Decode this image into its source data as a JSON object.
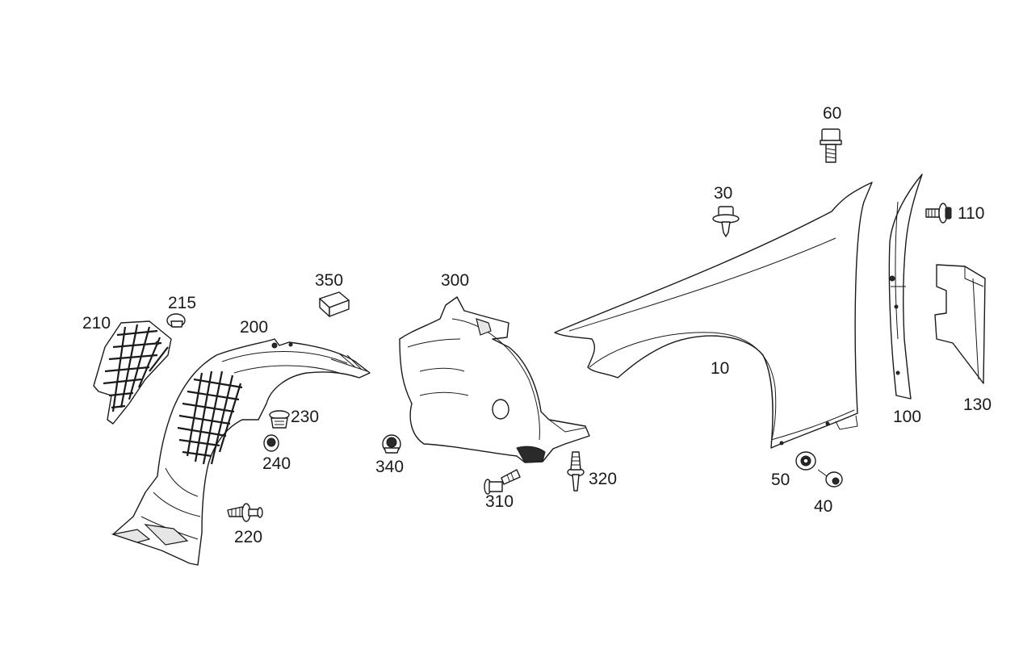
{
  "diagram": {
    "parts": [
      {
        "id": "p60",
        "label": "60"
      },
      {
        "id": "p30",
        "label": "30"
      },
      {
        "id": "p110",
        "label": "110"
      },
      {
        "id": "p350",
        "label": "350"
      },
      {
        "id": "p300",
        "label": "300"
      },
      {
        "id": "p215",
        "label": "215"
      },
      {
        "id": "p210",
        "label": "210"
      },
      {
        "id": "p200",
        "label": "200"
      },
      {
        "id": "p10",
        "label": "10"
      },
      {
        "id": "p130",
        "label": "130"
      },
      {
        "id": "p230",
        "label": "230"
      },
      {
        "id": "p100",
        "label": "100"
      },
      {
        "id": "p240",
        "label": "240"
      },
      {
        "id": "p340",
        "label": "340"
      },
      {
        "id": "p320",
        "label": "320"
      },
      {
        "id": "p50",
        "label": "50"
      },
      {
        "id": "p310",
        "label": "310"
      },
      {
        "id": "p40",
        "label": "40"
      },
      {
        "id": "p220",
        "label": "220"
      }
    ]
  }
}
